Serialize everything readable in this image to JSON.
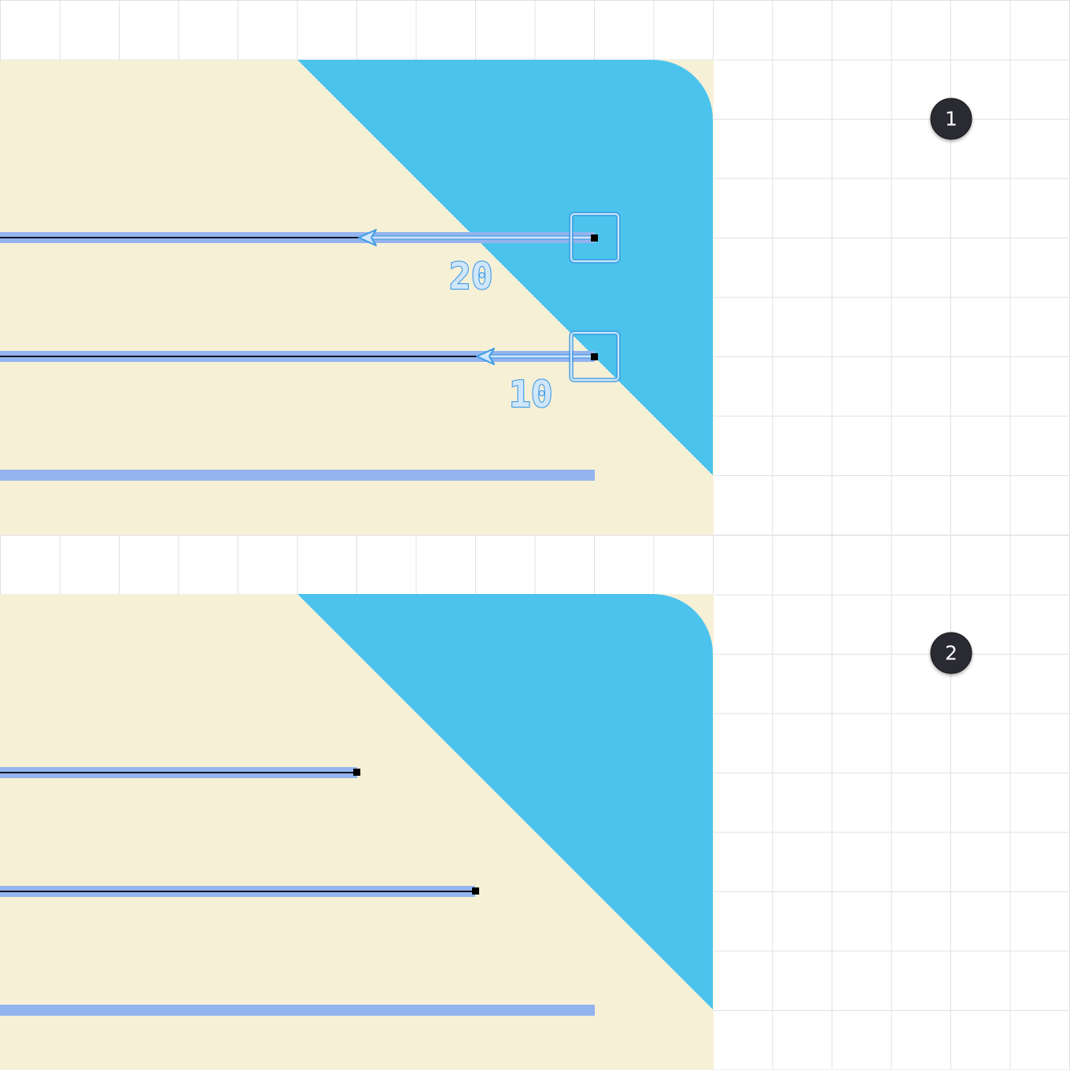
{
  "colors": {
    "background": "#ffffff",
    "grid": "#e1e1e6",
    "cream": "#f6f0d7",
    "blue": "#4bc3ec",
    "stripe": "#93b4ee",
    "path": "#101828",
    "anchor": "#000000",
    "guide": "#3e9be3",
    "guide_fill": "#cfe6fb",
    "badge": "#2b2c30",
    "badge_text": "#ffffff"
  },
  "steps": [
    {
      "number": "1",
      "measurements": [
        {
          "label": "20",
          "arrow_direction": "left"
        },
        {
          "label": "10",
          "arrow_direction": "left"
        }
      ],
      "lines": [
        {
          "state": "selected-with-drag"
        },
        {
          "state": "selected-with-drag"
        },
        {
          "state": "plain"
        }
      ]
    },
    {
      "number": "2",
      "measurements": [],
      "lines": [
        {
          "state": "shortened"
        },
        {
          "state": "shortened"
        },
        {
          "state": "plain"
        }
      ]
    }
  ]
}
